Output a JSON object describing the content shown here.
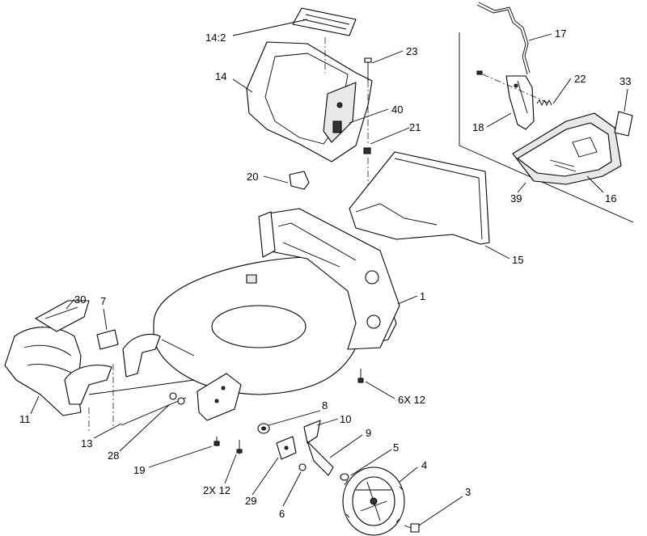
{
  "callouts": {
    "c14_2": "14:2",
    "c14": "14",
    "c23": "23",
    "c40": "40",
    "c21": "21",
    "c20": "20",
    "c17": "17",
    "c22": "22",
    "c33": "33",
    "c18": "18",
    "c39": "39",
    "c16": "16",
    "c15": "15",
    "c1": "1",
    "c30": "30",
    "c7": "7",
    "c11": "11",
    "c13": "13",
    "c28": "28",
    "c19": "19",
    "c2x12": "2X 12",
    "c6x12": "6X 12",
    "c8": "8",
    "c10": "10",
    "c9": "9",
    "c5": "5",
    "c4": "4",
    "c29": "29",
    "c6": "6",
    "c3": "3"
  }
}
